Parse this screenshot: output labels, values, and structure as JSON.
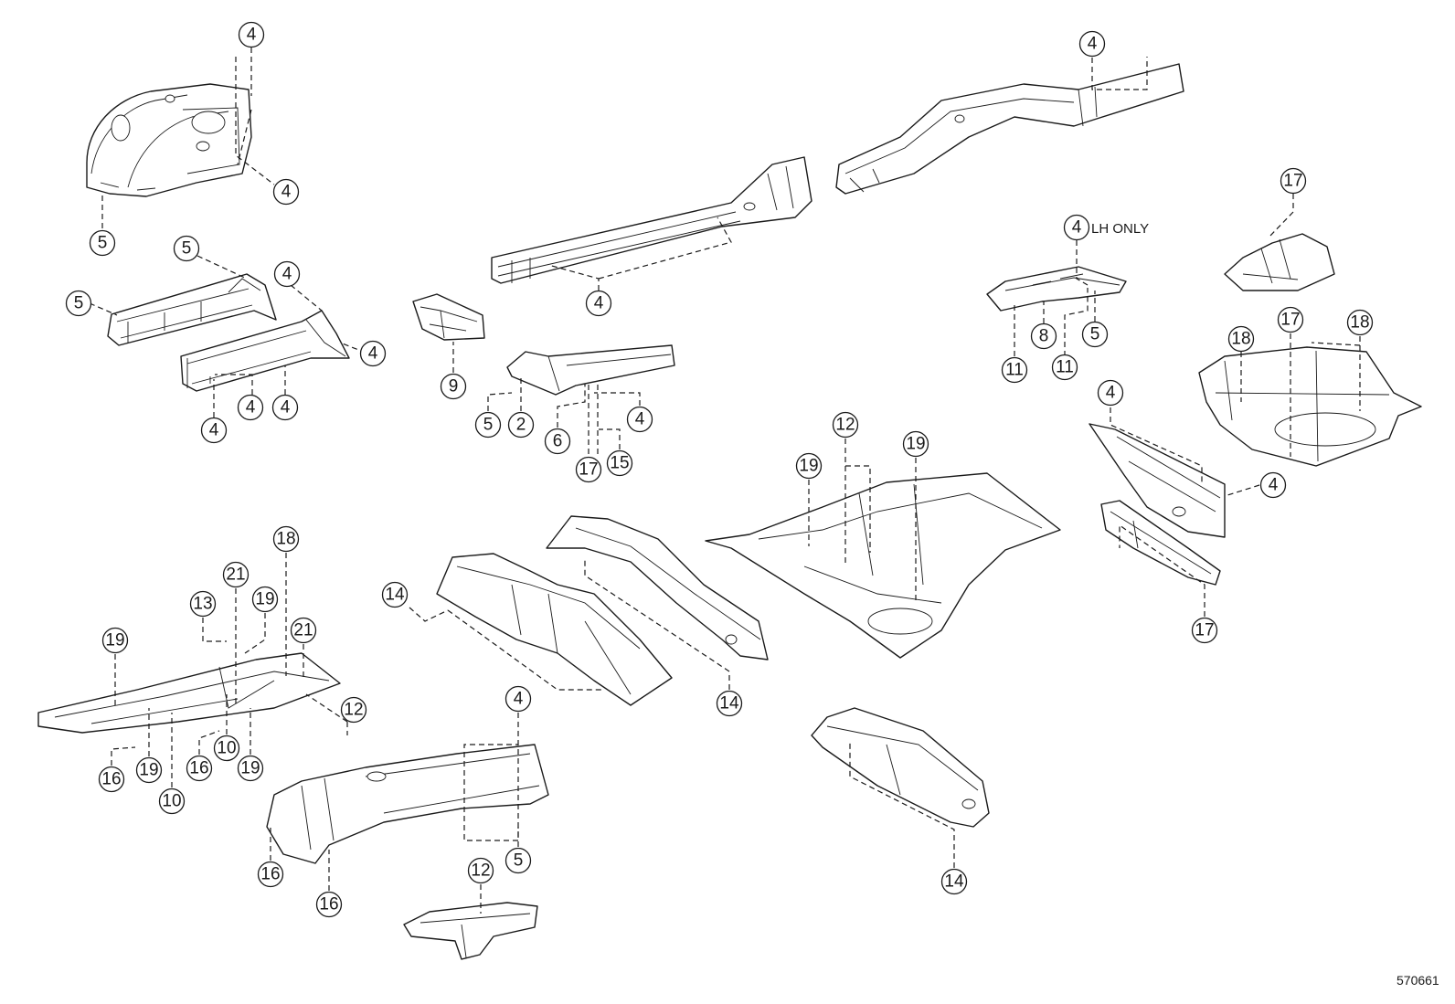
{
  "figure_id": "570661",
  "lh_only_note": "LH ONLY",
  "callouts": {
    "c01": "4",
    "c02": "4",
    "c03": "5",
    "c04": "5",
    "c05": "5",
    "c06": "4",
    "c07": "4",
    "c08": "4",
    "c09": "4",
    "c10": "4",
    "c11": "4",
    "c12": "9",
    "c13": "5",
    "c14": "2",
    "c15": "6",
    "c16": "4",
    "c17": "17",
    "c18": "15",
    "c19": "4",
    "c20": "4",
    "c21": "8",
    "c22": "11",
    "c23": "11",
    "c24": "5",
    "c25": "17",
    "c26": "17",
    "c27": "18",
    "c28": "18",
    "c29": "4",
    "c30": "4",
    "c31": "17",
    "c32": "12",
    "c33": "19",
    "c34": "19",
    "c35": "19",
    "c36": "13",
    "c37": "21",
    "c38": "19",
    "c39": "18",
    "c40": "21",
    "c41": "12",
    "c42": "16",
    "c43": "19",
    "c44": "10",
    "c45": "16",
    "c46": "10",
    "c47": "19",
    "c48": "14",
    "c49": "14",
    "c50": "4",
    "c51": "5",
    "c52": "16",
    "c53": "16",
    "c54": "12",
    "c55": "14"
  }
}
